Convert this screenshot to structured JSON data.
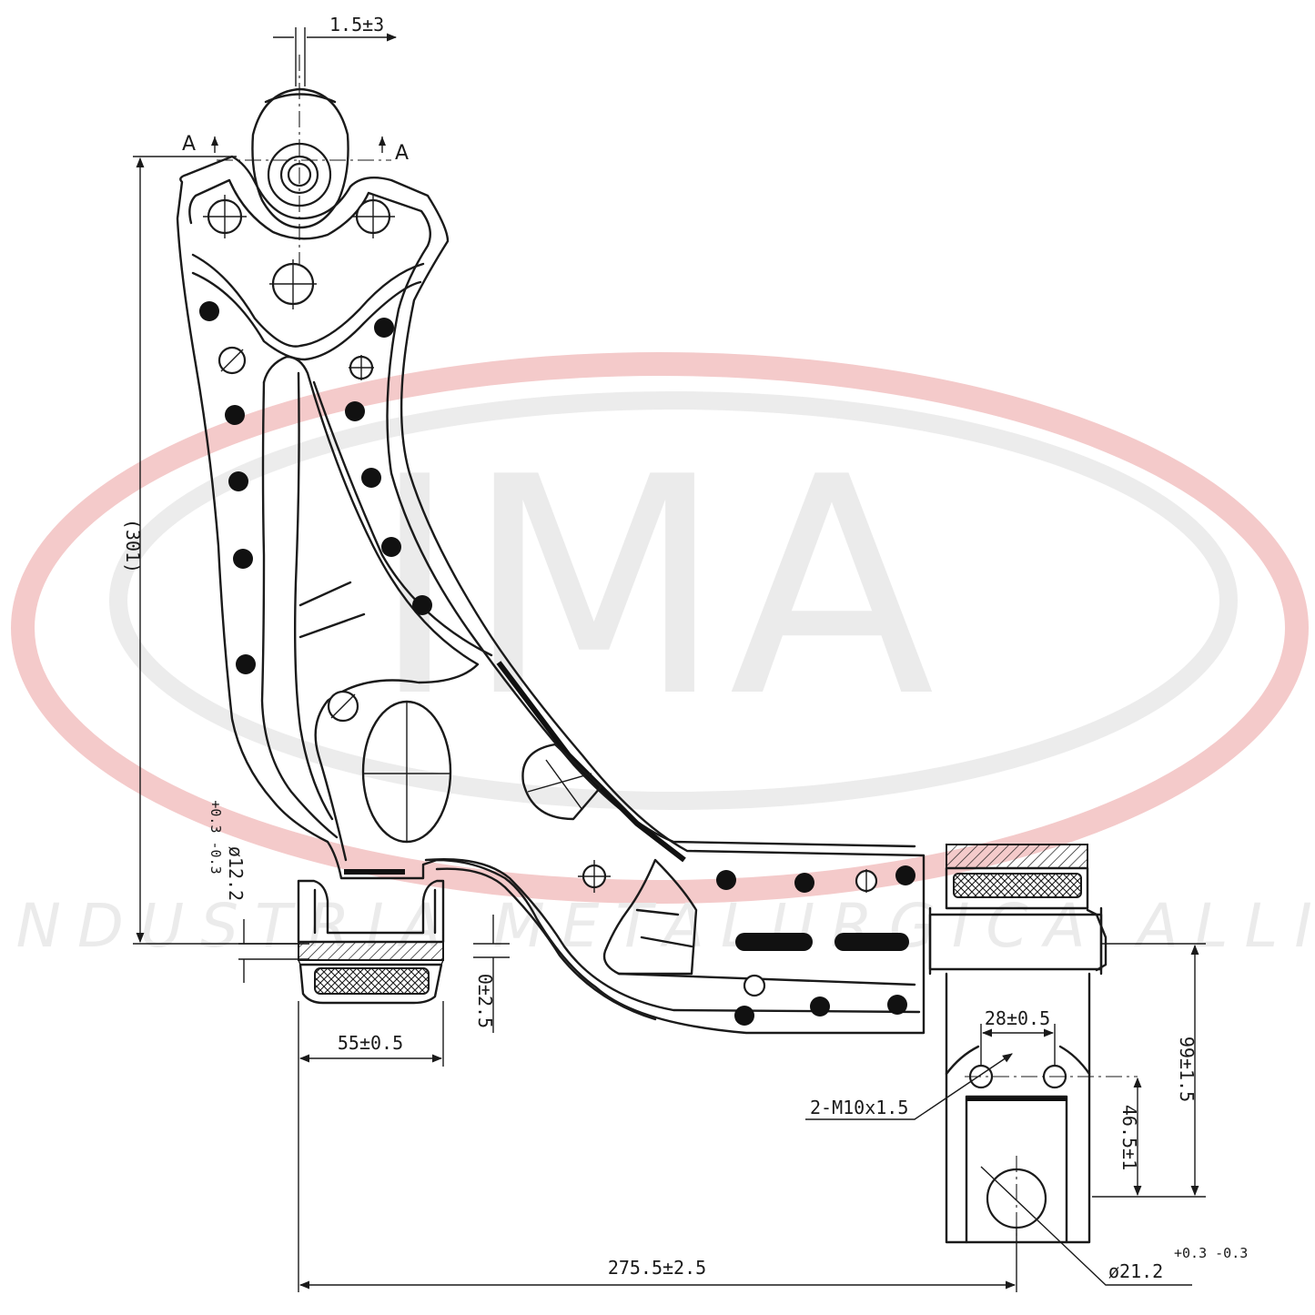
{
  "watermark": {
    "logo_text": "IMA",
    "company_name": "INDUSTRIA METALURGICA ALLI",
    "ring_color": "#f4caca"
  },
  "section_marks": {
    "left": "A",
    "right": "A"
  },
  "dimensions": {
    "top_offset": "1.5±3",
    "overall_height": "(301)",
    "bushing_diameter": "ø12.2",
    "bushing_diameter_tol": "+0.3 -0.3",
    "bushing_width": "55±0.5",
    "vertical_offset": "0±2.5",
    "overall_length": "275.5±2.5",
    "bolt_spacing": "28±0.5",
    "bolt_callout": "2-M10x1.5",
    "bracket_height": "99±1.5",
    "bolt_to_bore": "46.5±1",
    "bore_diameter": "ø21.2",
    "bore_diameter_tol": "+0.3 -0.3"
  }
}
